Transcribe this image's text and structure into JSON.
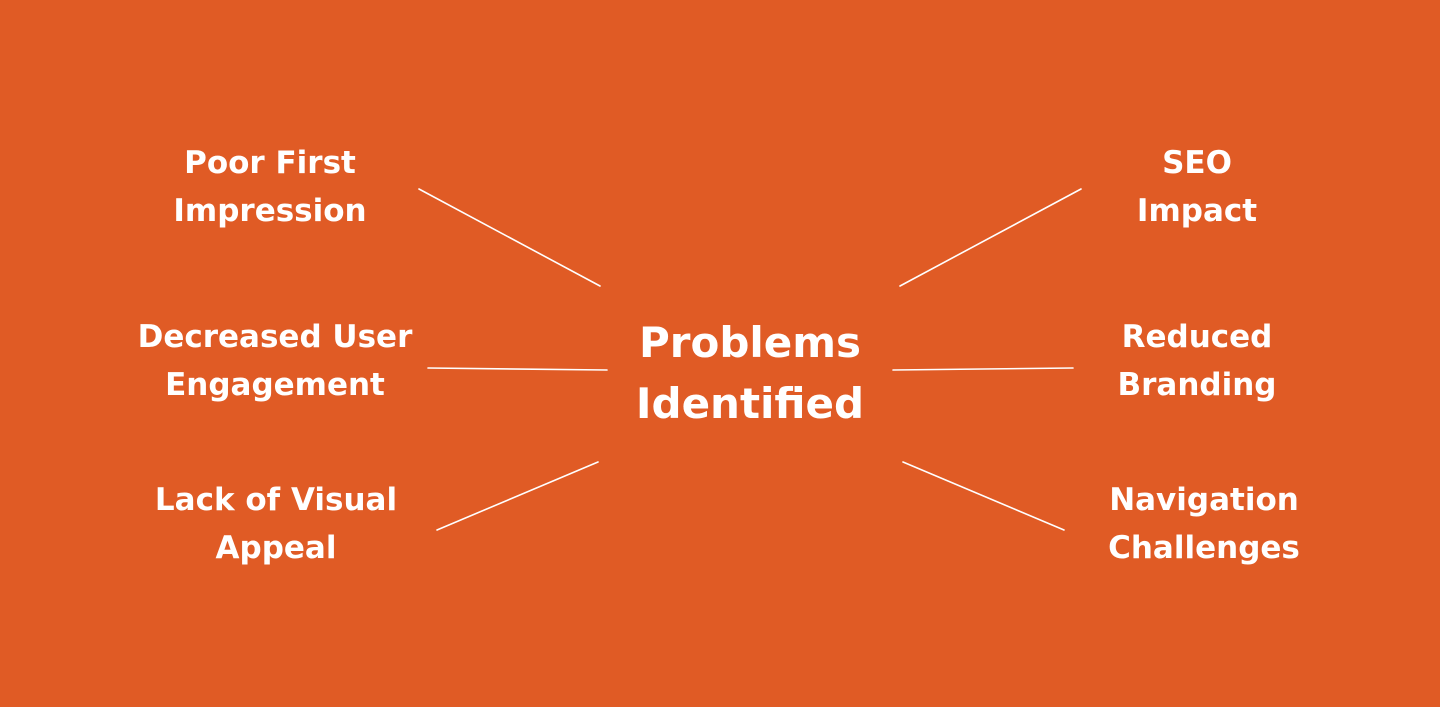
{
  "colors": {
    "background": "#E05B25",
    "text": "#FFFFFF",
    "connector": "#FFFFFF"
  },
  "center": {
    "line1": "Problems",
    "line2": "Identified"
  },
  "problems": {
    "left": [
      {
        "line1": "Poor First",
        "line2": "Impression"
      },
      {
        "line1": "Decreased User",
        "line2": "Engagement"
      },
      {
        "line1": "Lack of Visual",
        "line2": "Appeal"
      }
    ],
    "right": [
      {
        "line1": "SEO",
        "line2": "Impact"
      },
      {
        "line1": "Reduced",
        "line2": "Branding"
      },
      {
        "line1": "Navigation",
        "line2": "Challenges"
      }
    ]
  }
}
